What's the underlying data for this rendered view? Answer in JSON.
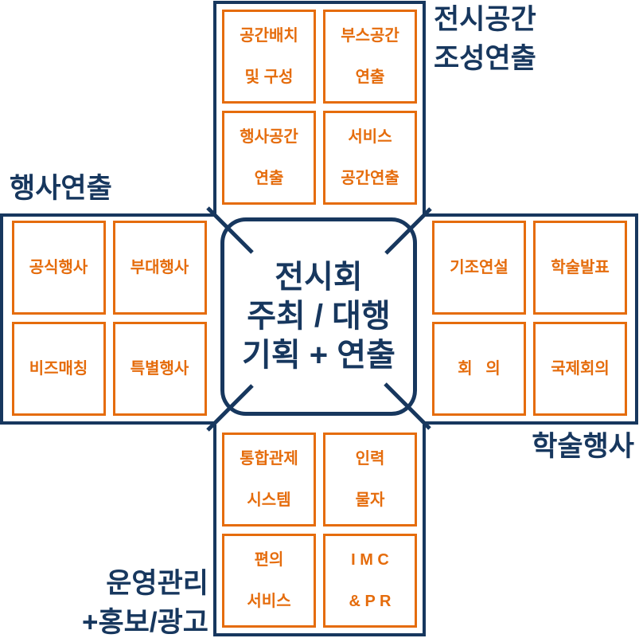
{
  "colors": {
    "navy": "#17375E",
    "orange": "#E56C0C",
    "background": "#FFFFFF"
  },
  "center": {
    "label": "전시회\n주최 / 대행\n기획 + 연출"
  },
  "sections": {
    "top": {
      "label": "전시공간\n조성연출",
      "cells": [
        {
          "label": "공간배치\n및 구성"
        },
        {
          "label": "부스공간\n연출"
        },
        {
          "label": "행사공간\n연출"
        },
        {
          "label": "서비스\n공간연출"
        }
      ]
    },
    "left": {
      "label": "행사연출",
      "cells": [
        {
          "label": "공식행사"
        },
        {
          "label": "부대행사"
        },
        {
          "label": "비즈매칭"
        },
        {
          "label": "특별행사"
        }
      ]
    },
    "right": {
      "label": "학술행사",
      "cells": [
        {
          "label": "기조연설"
        },
        {
          "label": "학술발표"
        },
        {
          "label": "회   의"
        },
        {
          "label": "국제회의"
        }
      ]
    },
    "bottom": {
      "label": "운영관리\n+홍보/광고",
      "cells": [
        {
          "label": "통합관제\n시스템"
        },
        {
          "label": "인력\n물자"
        },
        {
          "label": "편의\n서비스"
        },
        {
          "label": "I M C\n& P R"
        }
      ]
    }
  }
}
